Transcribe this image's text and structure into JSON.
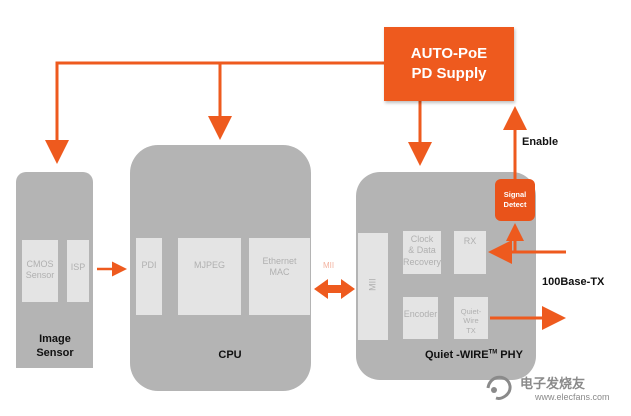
{
  "poe_supply": {
    "line1": "AUTO-PoE",
    "line2": "PD Supply"
  },
  "enable_label": "Enable",
  "tx_label": "100Base-TX",
  "mii_link_label": "MII",
  "image_sensor": {
    "label_line1": "Image",
    "label_line2": "Sensor",
    "cmos_line1": "CMOS",
    "cmos_line2": "Sensor",
    "isp": "ISP"
  },
  "cpu": {
    "label": "CPU",
    "pdi": "PDI",
    "mjpeg": "MJPEG",
    "eth_line1": "Ethernet",
    "eth_line2": "MAC"
  },
  "phy": {
    "label_prefix": "Quiet -WIRE",
    "label_tm": "TM",
    "label_suffix": " PHY",
    "mii": "MII",
    "clock_line1": "Clock",
    "clock_line2": "& Data",
    "clock_line3": "Recovery",
    "rx": "RX",
    "encoder": "Encoder",
    "qwtx_line1": "Quiet-Wire",
    "qwtx_line2": "TX",
    "signal_line1": "Signal",
    "signal_line2": "Detect"
  },
  "watermark": {
    "text": "电子发烧友",
    "url": "www.elecfans.com"
  },
  "colors": {
    "accent": "#ee5a1e",
    "block": "#b4b4b4",
    "inner": "#e4e4e4"
  }
}
